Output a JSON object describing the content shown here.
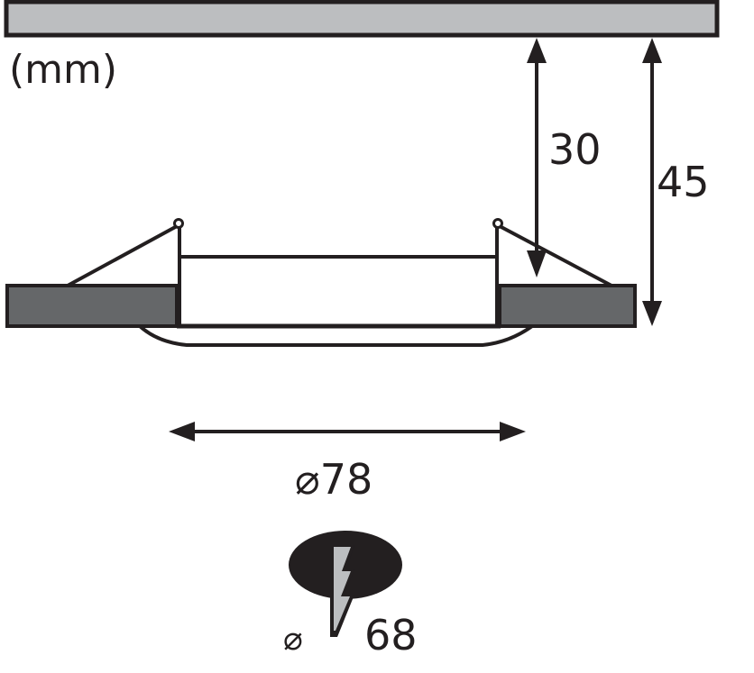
{
  "diagram": {
    "unit_label": "(mm)",
    "dimensions": {
      "cutout_depth": "30",
      "total_depth": "45",
      "outer_diameter": "⌀78",
      "cutout_symbol": "⌀",
      "cutout_diameter": "68"
    },
    "colors": {
      "ceiling_fill": "#bcbec0",
      "panel_fill": "#656769",
      "stroke": "#231f20",
      "bolt_fill": "#bcbec0",
      "hole_fill": "#231f20",
      "background": "#ffffff"
    }
  }
}
